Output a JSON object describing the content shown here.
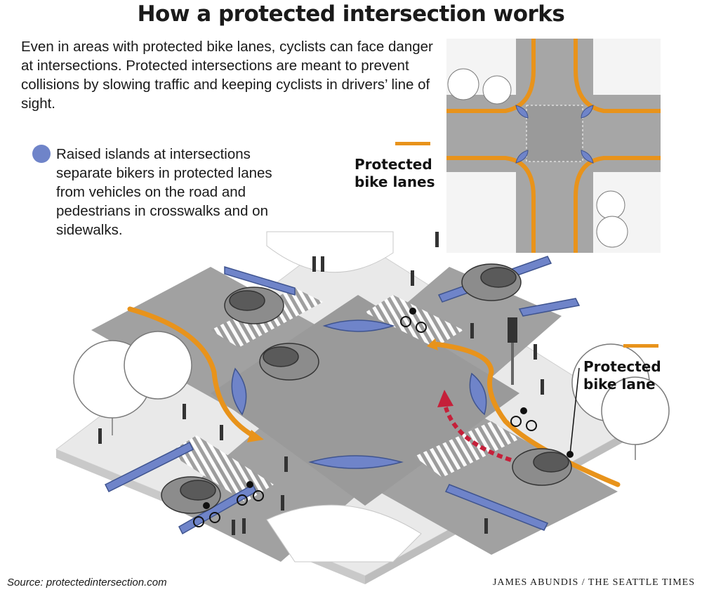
{
  "title": "How a protected intersection works",
  "intro": "Even in areas with protected bike lanes, cyclists can face danger at intersections. Protected intersections are meant to prevent collisions by slowing traffic and keeping cyclists in drivers’ line of sight.",
  "legend": {
    "island_note": "Raised islands at intersections separate bikers in protected lanes from vehicles on the road and pedestrians in crosswalks and on sidewalks.",
    "protected_bike_lanes": "Protected bike lanes",
    "protected_bike_lane": "Protected bike lane"
  },
  "source": "Source: protectedintersection.com",
  "credit": "JAMES ABUNDIS / THE SEATTLE TIMES",
  "colors": {
    "bike_lane": "#e8931b",
    "island": "#6f84c9",
    "road": "#9e9e9e",
    "sidewalk": "#f2f2f2",
    "turn_arrow": "#c5203a"
  },
  "icons": [
    "raised-island-dot-icon",
    "bike-lane-line-icon",
    "car-icon",
    "cyclist-icon",
    "pedestrian-icon",
    "tree-icon",
    "traffic-signal-icon",
    "turn-arrow-icon"
  ]
}
